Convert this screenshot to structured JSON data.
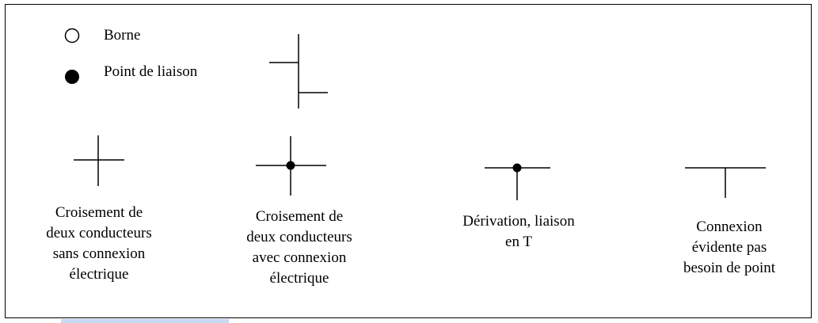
{
  "legend": {
    "borne": "Borne",
    "point_de_liaison": "Point de liaison"
  },
  "symbols": {
    "crossing_no_connection": {
      "line1": "Croisement de",
      "line2": "deux conducteurs",
      "line3": "sans connexion",
      "line4": "électrique"
    },
    "crossing_with_connection": {
      "line1": "Croisement de",
      "line2": "deux conducteurs",
      "line3": "avec connexion",
      "line4": "électrique"
    },
    "t_branch": {
      "line1": "Dérivation, liaison",
      "line2": "en T"
    },
    "evident_connection": {
      "line1": "Connexion",
      "line2": "évidente pas",
      "line3": "besoin de point"
    }
  },
  "colors": {
    "stroke": "#000000",
    "accent_bar": "#c6d9f1"
  }
}
